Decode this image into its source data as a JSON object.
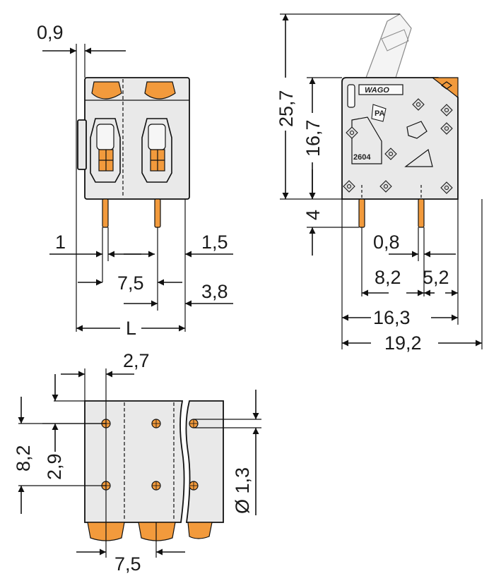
{
  "colors": {
    "housing": "#e9e9e9",
    "actuator": "#f29a3c",
    "outline": "#111111",
    "background": "#ffffff"
  },
  "front_view": {
    "dims": {
      "d_0_9": "0,9",
      "d_1": "1",
      "d_1_5": "1,5",
      "d_7_5": "7,5",
      "d_3_8": "3,8",
      "d_L": "L"
    }
  },
  "side_view": {
    "logo": "WAGO",
    "series_code": "2604",
    "approval_mark": "PA",
    "dims": {
      "d_25_7": "25,7",
      "d_16_7": "16,7",
      "d_4": "4",
      "d_0_8": "0,8",
      "d_8_2": "8,2",
      "d_5_2": "5,2",
      "d_16_3": "16,3",
      "d_19_2": "19,2"
    }
  },
  "footprint_view": {
    "dims": {
      "d_2_7": "2,7",
      "d_8_2": "8,2",
      "d_2_9": "2,9",
      "d_dia_1_3": "Ø 1,3",
      "d_7_5": "7,5"
    }
  }
}
